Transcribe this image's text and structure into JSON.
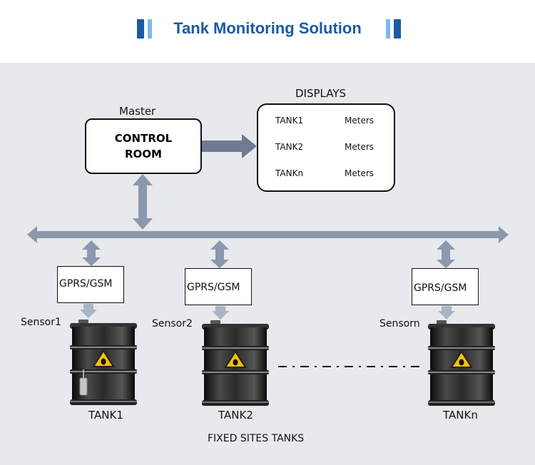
{
  "header": {
    "title": "Tank Monitoring Solution",
    "accent_color": "#1a5aa6",
    "accent_light": "#7fb5f0"
  },
  "master": {
    "label": "Master",
    "box_line1": "CONTROL",
    "box_line2": "ROOM"
  },
  "displays": {
    "label": "DISPLAYS",
    "rows": [
      {
        "tank": "TANK1",
        "value": "Meters"
      },
      {
        "tank": "TANK2",
        "value": "Meters"
      },
      {
        "tank": "TANKn",
        "value": "Meters"
      }
    ]
  },
  "sites": [
    {
      "gateway": "GPRS/GSM",
      "sensor": "Sensor1",
      "tank": "TANK1"
    },
    {
      "gateway": "GPRS/GSM",
      "sensor": "Sensor2",
      "tank": "TANK2"
    },
    {
      "gateway": "GPRS/GSM",
      "sensor": "Sensorn",
      "tank": "TANKn"
    }
  ],
  "footer": {
    "caption": "FIXED SITES TANKS"
  },
  "colors": {
    "arrow": "#8b98ad",
    "panel": "#e8e9ed",
    "barrel": "#1c1c1c",
    "warning": "#f5c200"
  }
}
